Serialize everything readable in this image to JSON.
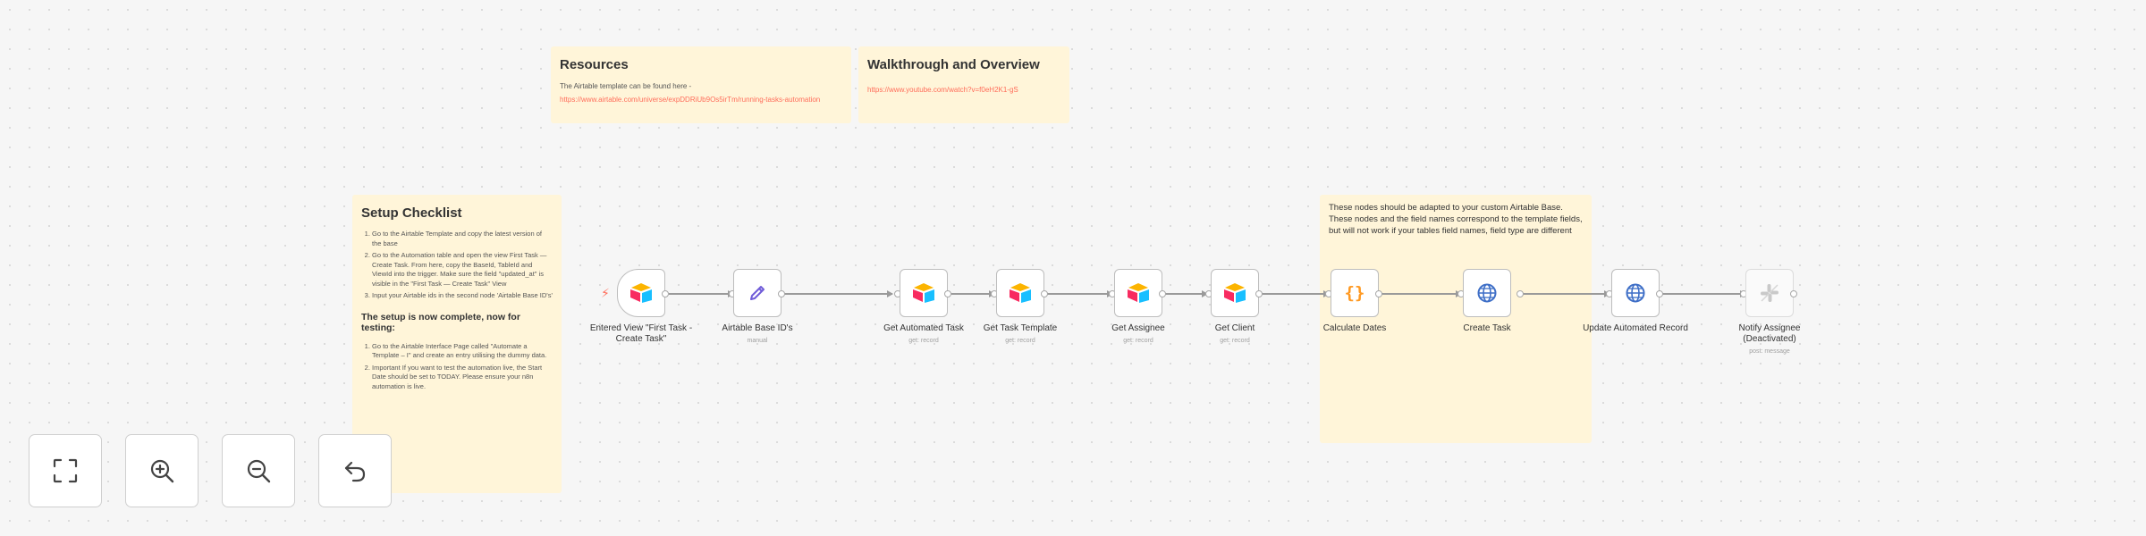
{
  "resources_note": {
    "title": "Resources",
    "text": "The Airtable template can be found here -",
    "link": "https://www.airtable.com/universe/expDDRiUb9Os5irTm/running-tasks-automation"
  },
  "walkthrough_note": {
    "title": "Walkthrough and Overview",
    "link": "https://www.youtube.com/watch?v=f0eH2K1-gS"
  },
  "setup_note": {
    "title": "Setup Checklist",
    "steps": [
      "Go to the Airtable Template and copy the latest version of the base",
      "Go to the Automation table and open the view First Task — Create Task. From here, copy the BaseId, TableId and ViewId into the trigger. Make sure the field \"updated_at\" is visible in the \"First Task — Create Task\" View",
      "Input your Airtable ids in the second node 'Airtable Base ID's'"
    ],
    "complete_text": "The setup is now complete, now for testing:",
    "test_steps": [
      "Go to the Airtable Interface Page called \"Automate a Template – I\" and create an entry utilising the dummy data.",
      "Important If you want to test the automation live, the Start Date should be set to TODAY. Please ensure your n8n automation is live."
    ]
  },
  "adapt_note": {
    "text": "These nodes should be adapted to your custom Airtable Base. These nodes and the field names correspond to the template fields, but will not work if your tables field names, field type are different"
  },
  "nodes": [
    {
      "label": "Entered View \"First Task - Create Task\"",
      "sub": "",
      "icon": "airtable-icon"
    },
    {
      "label": "Airtable Base ID's",
      "sub": "manual",
      "icon": "pencil-icon"
    },
    {
      "label": "Get Automated Task",
      "sub": "get: record",
      "icon": "airtable-icon"
    },
    {
      "label": "Get Task Template",
      "sub": "get: record",
      "icon": "airtable-icon"
    },
    {
      "label": "Get Assignee",
      "sub": "get: record",
      "icon": "airtable-icon"
    },
    {
      "label": "Get Client",
      "sub": "get: record",
      "icon": "airtable-icon"
    },
    {
      "label": "Calculate Dates",
      "sub": "",
      "icon": "code-braces-icon"
    },
    {
      "label": "Create Task",
      "sub": "",
      "icon": "globe-icon"
    },
    {
      "label": "Update Automated Record",
      "sub": "",
      "icon": "globe-icon"
    },
    {
      "label": "Notify Assignee (Deactivated)",
      "sub": "post: message",
      "icon": "slack-icon"
    }
  ],
  "controls": [
    "fit-view",
    "zoom-in",
    "zoom-out",
    "reset-zoom"
  ],
  "colors": {
    "accent": "#ff6d5a",
    "sticky": "#fff5d9",
    "edge": "#9a9a9a"
  }
}
